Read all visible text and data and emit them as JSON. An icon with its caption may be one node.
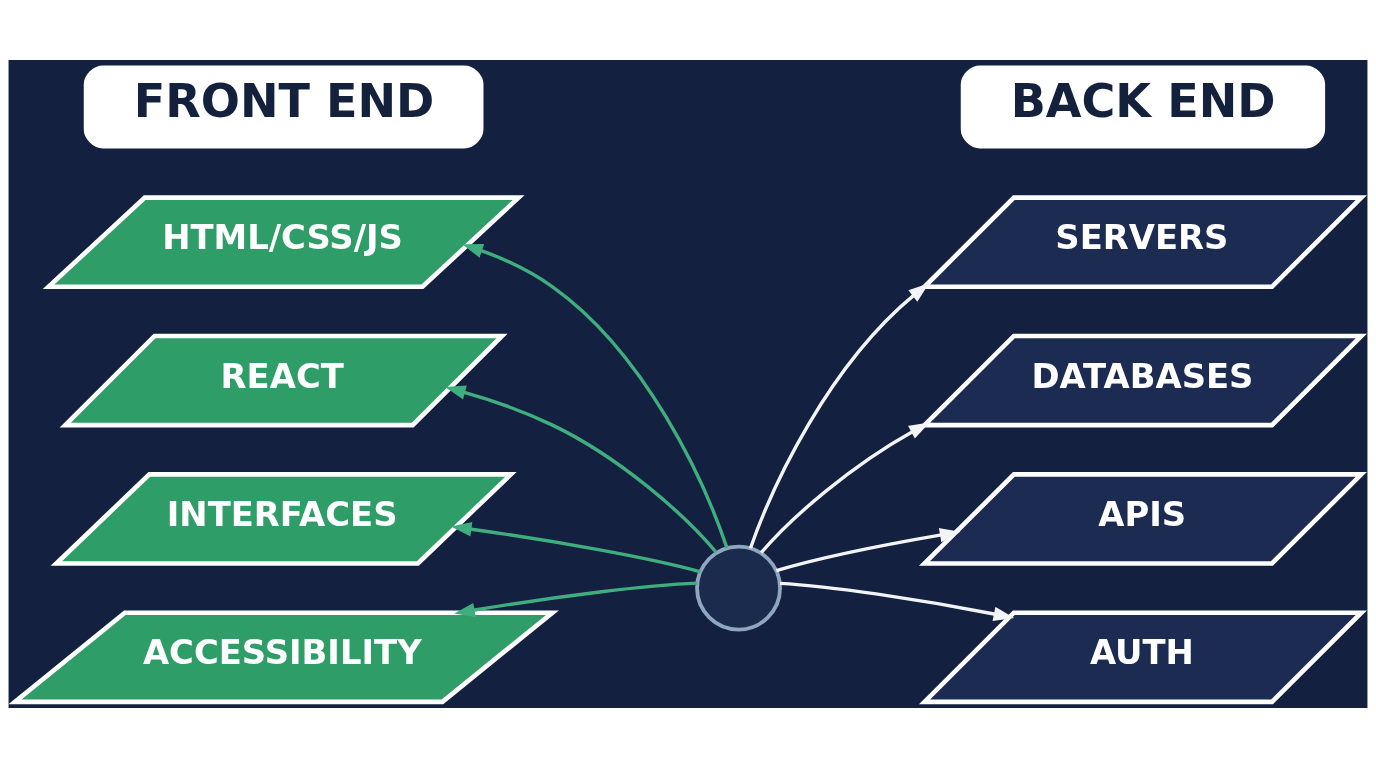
{
  "diagram": {
    "nodes": [
      {
        "text": [
          "FRONT END"
        ]
      },
      {
        "text": [
          "BACK END"
        ]
      },
      {
        "text": [
          "HTML/CSS/JS"
        ]
      },
      {
        "text": [
          "REACT"
        ]
      },
      {
        "text": [
          "INTERFACES"
        ]
      },
      {
        "text": [
          "ACCESSIBILITY"
        ]
      },
      {
        "text": [],
        "shape": "circle"
      },
      {
        "text": [
          "SERVERS"
        ]
      },
      {
        "text": [
          "DATABASES"
        ]
      },
      {
        "text": [
          "APIS"
        ]
      },
      {
        "text": [
          "AUTH"
        ]
      }
    ],
    "edges": [
      {
        "from": 6,
        "to": 2,
        "arrow": "to",
        "color": "#3fae7f"
      },
      {
        "from": 6,
        "to": 3,
        "arrow": "to",
        "color": "#3fae7f"
      },
      {
        "from": 6,
        "to": 4,
        "arrow": "to",
        "color": "#3fae7f"
      },
      {
        "from": 6,
        "to": 5,
        "arrow": "to",
        "color": "#3fae7f"
      },
      {
        "from": 6,
        "to": 7,
        "arrow": "to",
        "color": "#f2f4f7"
      },
      {
        "from": 6,
        "to": 8,
        "arrow": "to",
        "color": "#f2f4f7"
      },
      {
        "from": 6,
        "to": 9,
        "arrow": "to",
        "color": "#f2f4f7"
      },
      {
        "from": 6,
        "to": 10,
        "arrow": "to",
        "color": "#f2f4f7"
      }
    ]
  }
}
